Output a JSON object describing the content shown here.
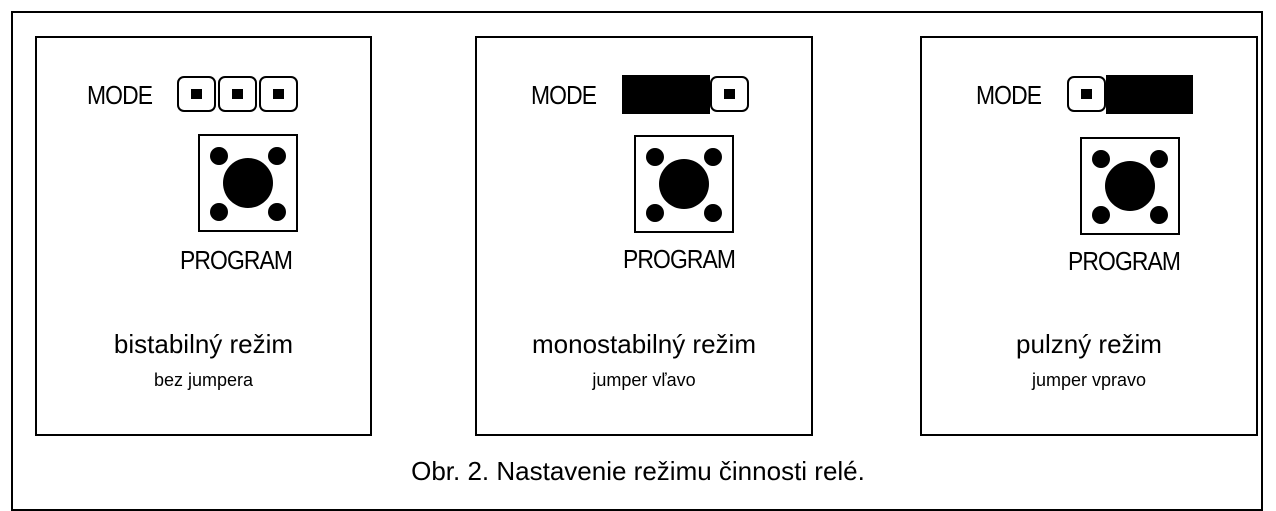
{
  "panels": [
    {
      "mode_label": "MODE",
      "program_label": "PROGRAM",
      "title": "bistabilný režim",
      "subtitle": "bez jumpera",
      "jumper": "none"
    },
    {
      "mode_label": "MODE",
      "program_label": "PROGRAM",
      "title": "monostabilný režim",
      "subtitle": "jumper vľavo",
      "jumper": "left"
    },
    {
      "mode_label": "MODE",
      "program_label": "PROGRAM",
      "title": "pulzný režim",
      "subtitle": "jumper vpravo",
      "jumper": "right"
    }
  ],
  "caption": "Obr. 2. Nastavenie režimu činnosti relé."
}
